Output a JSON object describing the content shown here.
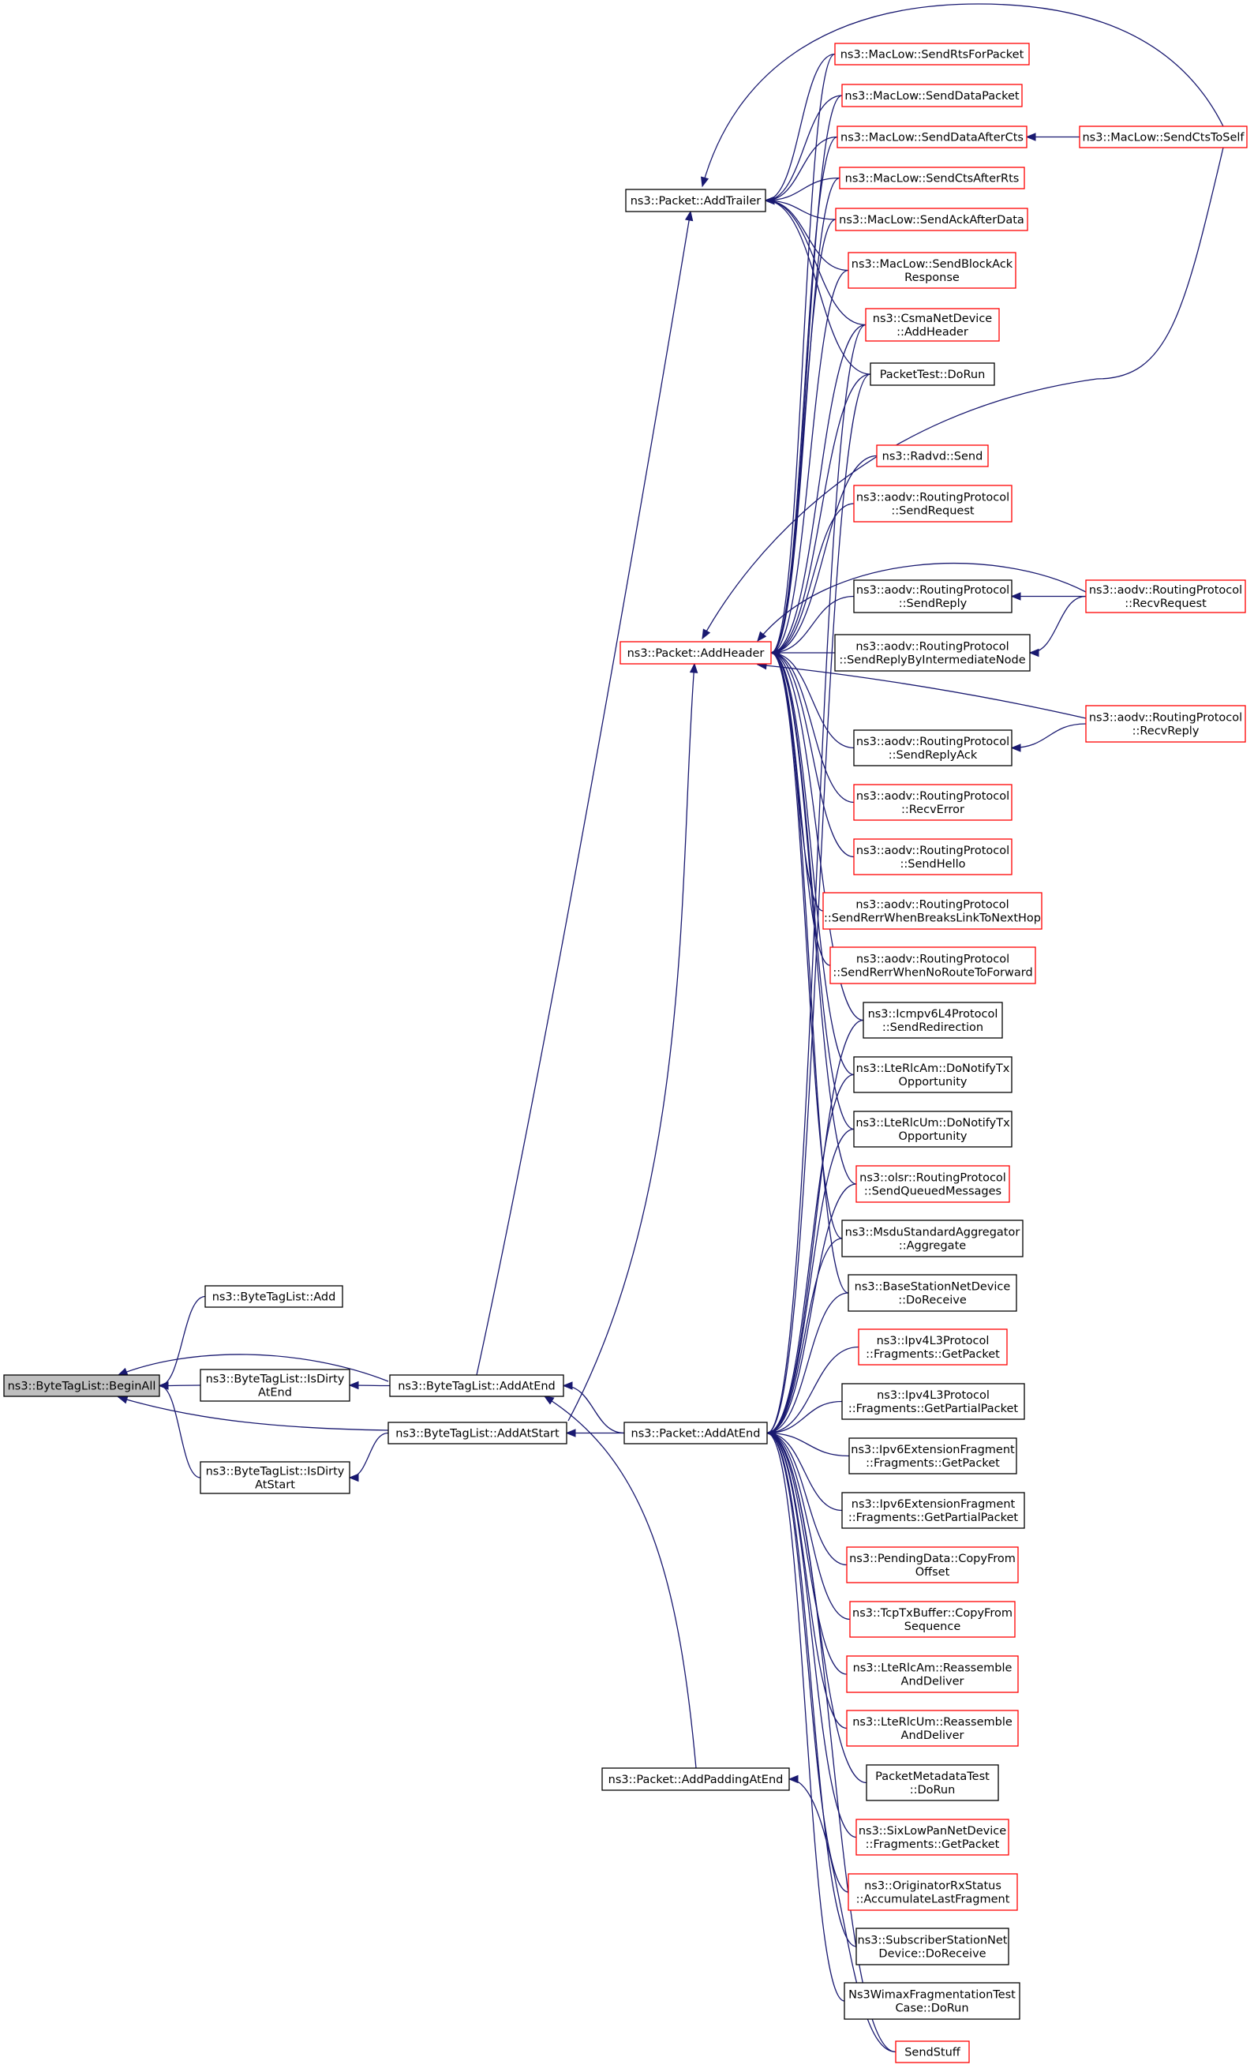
{
  "colors": {
    "edge": "#191970",
    "border_documented": "#000000",
    "border_truncated": "#ff0000",
    "fill_root": "#bfbfbf",
    "fill_node": "#ffffff"
  },
  "nodes": [
    {
      "id": "beginall",
      "lines": [
        "ns3::ByteTagList::BeginAll"
      ],
      "style": "root"
    },
    {
      "id": "add",
      "lines": [
        "ns3::ByteTagList::Add"
      ],
      "style": "black"
    },
    {
      "id": "isdirtyatend",
      "lines": [
        "ns3::ByteTagList::IsDirty",
        "AtEnd"
      ],
      "style": "black"
    },
    {
      "id": "isdirtyatstart",
      "lines": [
        "ns3::ByteTagList::IsDirty",
        "AtStart"
      ],
      "style": "black"
    },
    {
      "id": "addatend",
      "lines": [
        "ns3::ByteTagList::AddAtEnd"
      ],
      "style": "black"
    },
    {
      "id": "addatstart",
      "lines": [
        "ns3::ByteTagList::AddAtStart"
      ],
      "style": "black"
    },
    {
      "id": "addtrailer",
      "lines": [
        "ns3::Packet::AddTrailer"
      ],
      "style": "black"
    },
    {
      "id": "addheader",
      "lines": [
        "ns3::Packet::AddHeader"
      ],
      "style": "red"
    },
    {
      "id": "paddatend",
      "lines": [
        "ns3::Packet::AddAtEnd"
      ],
      "style": "black"
    },
    {
      "id": "addpadding",
      "lines": [
        "ns3::Packet::AddPaddingAtEnd"
      ],
      "style": "black"
    },
    {
      "id": "sendrts",
      "lines": [
        "ns3::MacLow::SendRtsForPacket"
      ],
      "style": "red"
    },
    {
      "id": "senddata",
      "lines": [
        "ns3::MacLow::SendDataPacket"
      ],
      "style": "red"
    },
    {
      "id": "senddatacts",
      "lines": [
        "ns3::MacLow::SendDataAfterCts"
      ],
      "style": "red"
    },
    {
      "id": "sendctsrts",
      "lines": [
        "ns3::MacLow::SendCtsAfterRts"
      ],
      "style": "red"
    },
    {
      "id": "sendack",
      "lines": [
        "ns3::MacLow::SendAckAfterData"
      ],
      "style": "red"
    },
    {
      "id": "sendblockack",
      "lines": [
        "ns3::MacLow::SendBlockAck",
        "Response"
      ],
      "style": "red"
    },
    {
      "id": "csma",
      "lines": [
        "ns3::CsmaNetDevice",
        "::AddHeader"
      ],
      "style": "red"
    },
    {
      "id": "packettest",
      "lines": [
        "PacketTest::DoRun"
      ],
      "style": "black"
    },
    {
      "id": "sendctstoself",
      "lines": [
        "ns3::MacLow::SendCtsToSelf"
      ],
      "style": "red"
    },
    {
      "id": "radvd",
      "lines": [
        "ns3::Radvd::Send"
      ],
      "style": "red"
    },
    {
      "id": "sendrequest",
      "lines": [
        "ns3::aodv::RoutingProtocol",
        "::SendRequest"
      ],
      "style": "red"
    },
    {
      "id": "sendreply",
      "lines": [
        "ns3::aodv::RoutingProtocol",
        "::SendReply"
      ],
      "style": "black"
    },
    {
      "id": "sendreplyinter",
      "lines": [
        "ns3::aodv::RoutingProtocol",
        "::SendReplyByIntermediateNode"
      ],
      "style": "black"
    },
    {
      "id": "recvrequest",
      "lines": [
        "ns3::aodv::RoutingProtocol",
        "::RecvRequest"
      ],
      "style": "red"
    },
    {
      "id": "sendreplyack",
      "lines": [
        "ns3::aodv::RoutingProtocol",
        "::SendReplyAck"
      ],
      "style": "black"
    },
    {
      "id": "recvreply",
      "lines": [
        "ns3::aodv::RoutingProtocol",
        "::RecvReply"
      ],
      "style": "red"
    },
    {
      "id": "recverror",
      "lines": [
        "ns3::aodv::RoutingProtocol",
        "::RecvError"
      ],
      "style": "red"
    },
    {
      "id": "sendhello",
      "lines": [
        "ns3::aodv::RoutingProtocol",
        "::SendHello"
      ],
      "style": "red"
    },
    {
      "id": "sendrerrbreaks",
      "lines": [
        "ns3::aodv::RoutingProtocol",
        "::SendRerrWhenBreaksLinkToNextHop"
      ],
      "style": "red"
    },
    {
      "id": "sendrerrnoroute",
      "lines": [
        "ns3::aodv::RoutingProtocol",
        "::SendRerrWhenNoRouteToForward"
      ],
      "style": "red"
    },
    {
      "id": "icmpv6",
      "lines": [
        "ns3::Icmpv6L4Protocol",
        "::SendRedirection"
      ],
      "style": "black"
    },
    {
      "id": "lterlcam",
      "lines": [
        "ns3::LteRlcAm::DoNotifyTx",
        "Opportunity"
      ],
      "style": "black"
    },
    {
      "id": "lterlcum",
      "lines": [
        "ns3::LteRlcUm::DoNotifyTx",
        "Opportunity"
      ],
      "style": "black"
    },
    {
      "id": "olsr",
      "lines": [
        "ns3::olsr::RoutingProtocol",
        "::SendQueuedMessages"
      ],
      "style": "red"
    },
    {
      "id": "msdu",
      "lines": [
        "ns3::MsduStandardAggregator",
        "::Aggregate"
      ],
      "style": "black"
    },
    {
      "id": "basestation",
      "lines": [
        "ns3::BaseStationNetDevice",
        "::DoReceive"
      ],
      "style": "black"
    },
    {
      "id": "ipv4getpacket",
      "lines": [
        "ns3::Ipv4L3Protocol",
        "::Fragments::GetPacket"
      ],
      "style": "red"
    },
    {
      "id": "ipv4partial",
      "lines": [
        "ns3::Ipv4L3Protocol",
        "::Fragments::GetPartialPacket"
      ],
      "style": "black"
    },
    {
      "id": "ipv6getpacket",
      "lines": [
        "ns3::Ipv6ExtensionFragment",
        "::Fragments::GetPacket"
      ],
      "style": "black"
    },
    {
      "id": "ipv6partial",
      "lines": [
        "ns3::Ipv6ExtensionFragment",
        "::Fragments::GetPartialPacket"
      ],
      "style": "black"
    },
    {
      "id": "pendingdata",
      "lines": [
        "ns3::PendingData::CopyFrom",
        "Offset"
      ],
      "style": "red"
    },
    {
      "id": "tcptxbuffer",
      "lines": [
        "ns3::TcpTxBuffer::CopyFrom",
        "Sequence"
      ],
      "style": "red"
    },
    {
      "id": "amreassemble",
      "lines": [
        "ns3::LteRlcAm::Reassemble",
        "AndDeliver"
      ],
      "style": "red"
    },
    {
      "id": "umreassemble",
      "lines": [
        "ns3::LteRlcUm::Reassemble",
        "AndDeliver"
      ],
      "style": "red"
    },
    {
      "id": "pmtest",
      "lines": [
        "PacketMetadataTest",
        "::DoRun"
      ],
      "style": "black"
    },
    {
      "id": "sixlowpan",
      "lines": [
        "ns3::SixLowPanNetDevice",
        "::Fragments::GetPacket"
      ],
      "style": "red"
    },
    {
      "id": "originator",
      "lines": [
        "ns3::OriginatorRxStatus",
        "::AccumulateLastFragment"
      ],
      "style": "red"
    },
    {
      "id": "subscriber",
      "lines": [
        "ns3::SubscriberStationNet",
        "Device::DoReceive"
      ],
      "style": "black"
    },
    {
      "id": "wimaxfrag",
      "lines": [
        "Ns3WimaxFragmentationTest",
        "Case::DoRun"
      ],
      "style": "black"
    },
    {
      "id": "sendstuff",
      "lines": [
        "SendStuff"
      ],
      "style": "red"
    }
  ],
  "edges": [
    {
      "from": "beginall",
      "to": "add"
    },
    {
      "from": "beginall",
      "to": "isdirtyatend"
    },
    {
      "from": "beginall",
      "to": "isdirtyatstart"
    },
    {
      "from": "beginall",
      "to": "addatend"
    },
    {
      "from": "beginall",
      "to": "addatstart"
    },
    {
      "from": "isdirtyatend",
      "to": "addatend"
    },
    {
      "from": "isdirtyatstart",
      "to": "addatstart"
    },
    {
      "from": "addatend",
      "to": "addtrailer"
    },
    {
      "from": "addatend",
      "to": "paddatend"
    },
    {
      "from": "addatend",
      "to": "addpadding"
    },
    {
      "from": "addatstart",
      "to": "addheader"
    },
    {
      "from": "addatstart",
      "to": "paddatend"
    },
    {
      "from": "addtrailer",
      "to": "sendrts"
    },
    {
      "from": "addtrailer",
      "to": "senddata"
    },
    {
      "from": "addtrailer",
      "to": "senddatacts"
    },
    {
      "from": "addtrailer",
      "to": "sendctsrts"
    },
    {
      "from": "addtrailer",
      "to": "sendack"
    },
    {
      "from": "addtrailer",
      "to": "sendblockack"
    },
    {
      "from": "addtrailer",
      "to": "csma"
    },
    {
      "from": "addtrailer",
      "to": "packettest"
    },
    {
      "from": "addtrailer",
      "to": "sendctstoself"
    },
    {
      "from": "senddatacts",
      "to": "sendctstoself"
    },
    {
      "from": "addheader",
      "to": "sendrts"
    },
    {
      "from": "addheader",
      "to": "senddata"
    },
    {
      "from": "addheader",
      "to": "senddatacts"
    },
    {
      "from": "addheader",
      "to": "sendctsrts"
    },
    {
      "from": "addheader",
      "to": "sendack"
    },
    {
      "from": "addheader",
      "to": "sendblockack"
    },
    {
      "from": "addheader",
      "to": "csma"
    },
    {
      "from": "addheader",
      "to": "packettest"
    },
    {
      "from": "addheader",
      "to": "sendctstoself"
    },
    {
      "from": "addheader",
      "to": "radvd"
    },
    {
      "from": "addheader",
      "to": "sendrequest"
    },
    {
      "from": "addheader",
      "to": "sendreply"
    },
    {
      "from": "addheader",
      "to": "sendreplyinter"
    },
    {
      "from": "addheader",
      "to": "recvrequest"
    },
    {
      "from": "addheader",
      "to": "sendreplyack"
    },
    {
      "from": "addheader",
      "to": "recvreply"
    },
    {
      "from": "addheader",
      "to": "recverror"
    },
    {
      "from": "addheader",
      "to": "sendhello"
    },
    {
      "from": "addheader",
      "to": "sendrerrbreaks"
    },
    {
      "from": "addheader",
      "to": "sendrerrnoroute"
    },
    {
      "from": "addheader",
      "to": "icmpv6"
    },
    {
      "from": "addheader",
      "to": "lterlcam"
    },
    {
      "from": "addheader",
      "to": "lterlcum"
    },
    {
      "from": "addheader",
      "to": "olsr"
    },
    {
      "from": "addheader",
      "to": "msdu"
    },
    {
      "from": "addheader",
      "to": "basestation"
    },
    {
      "from": "sendreply",
      "to": "recvrequest"
    },
    {
      "from": "sendreplyinter",
      "to": "recvrequest"
    },
    {
      "from": "sendreplyack",
      "to": "recvreply"
    },
    {
      "from": "paddatend",
      "to": "csma"
    },
    {
      "from": "paddatend",
      "to": "packettest"
    },
    {
      "from": "paddatend",
      "to": "icmpv6"
    },
    {
      "from": "paddatend",
      "to": "lterlcam"
    },
    {
      "from": "paddatend",
      "to": "lterlcum"
    },
    {
      "from": "paddatend",
      "to": "olsr"
    },
    {
      "from": "paddatend",
      "to": "msdu"
    },
    {
      "from": "paddatend",
      "to": "basestation"
    },
    {
      "from": "paddatend",
      "to": "ipv4getpacket"
    },
    {
      "from": "paddatend",
      "to": "ipv4partial"
    },
    {
      "from": "paddatend",
      "to": "ipv6getpacket"
    },
    {
      "from": "paddatend",
      "to": "ipv6partial"
    },
    {
      "from": "paddatend",
      "to": "pendingdata"
    },
    {
      "from": "paddatend",
      "to": "tcptxbuffer"
    },
    {
      "from": "paddatend",
      "to": "amreassemble"
    },
    {
      "from": "paddatend",
      "to": "umreassemble"
    },
    {
      "from": "paddatend",
      "to": "pmtest"
    },
    {
      "from": "paddatend",
      "to": "sixlowpan"
    },
    {
      "from": "paddatend",
      "to": "originator"
    },
    {
      "from": "paddatend",
      "to": "subscriber"
    },
    {
      "from": "paddatend",
      "to": "wimaxfrag"
    },
    {
      "from": "paddatend",
      "to": "sendstuff"
    },
    {
      "from": "addpadding",
      "to": "sendstuff"
    }
  ]
}
